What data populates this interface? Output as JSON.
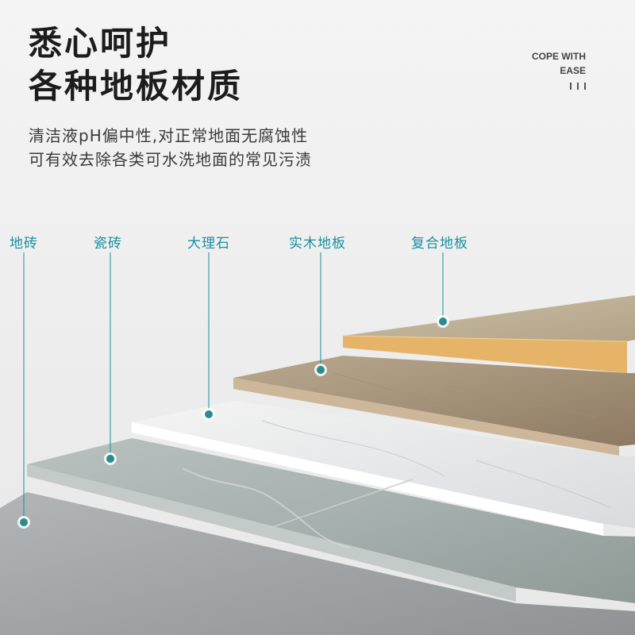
{
  "headline": {
    "line1": "悉心呵护",
    "line2": "各种地板材质"
  },
  "description": {
    "line1": "清洁液pH偏中性,对正常地面无腐蚀性",
    "line2": "可有效去除各类可水洗地面的常见污渍"
  },
  "corner": {
    "line1": "COPE WITH",
    "line2": "EASE"
  },
  "materials": [
    {
      "label": "地砖"
    },
    {
      "label": "瓷砖"
    },
    {
      "label": "大理石"
    },
    {
      "label": "实木地板"
    },
    {
      "label": "复合地板"
    }
  ],
  "colors": {
    "accent": "#1a8fa0",
    "marker": "#2a8c8c"
  }
}
